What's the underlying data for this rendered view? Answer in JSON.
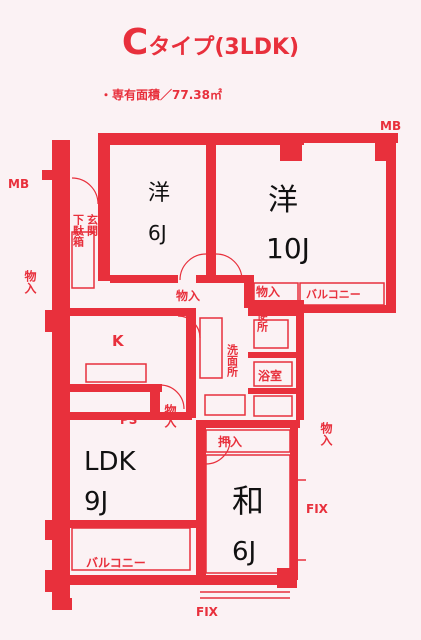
{
  "title": {
    "main": "C",
    "rest": "タイプ(3LDK)"
  },
  "area": "・専有面積／77.38㎡",
  "rooms": {
    "western1": {
      "name": "洋",
      "size": "6J"
    },
    "western2": {
      "name": "洋",
      "size": "10J"
    },
    "ldk": {
      "name": "LDK",
      "size": "9J"
    },
    "japanese": {
      "name": "和",
      "size": "6J"
    },
    "kitchen": "K"
  },
  "labels": {
    "mb_left": "MB",
    "mb_right": "MB",
    "shoes": "下駄箱",
    "entrance": "玄関",
    "storage": "物入",
    "balcony": "バルコニー",
    "toilet": "便所",
    "washroom": "洗面所",
    "bathroom": "浴室",
    "ps": "PS",
    "closet": "押入",
    "fix": "FIX"
  },
  "colors": {
    "wall": "#e8303c",
    "background": "#fbf2f4"
  }
}
